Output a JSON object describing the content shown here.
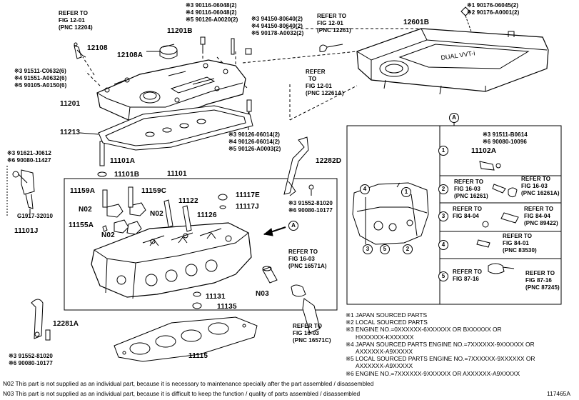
{
  "top_labels": {
    "refer_fig12_left": [
      "REFER TO",
      "FIG 12-01",
      "(PNC 12204)"
    ],
    "p12108": "12108",
    "p12108a": "12108A",
    "p11201b": "11201B",
    "p12601b": "12601B",
    "p11201": "11201",
    "p11213": "11213",
    "refer_fig12_mid": [
      "REFER TO",
      "FIG 12-01",
      "(PNC 12261)"
    ],
    "refer_fig12_right": [
      "REFER",
      "TO",
      "FIG 12-01",
      "(PNC 12261A)"
    ],
    "bolt_group_left": [
      "※3 91511-C0632(6)",
      "※4 91551-A0632(6)",
      "※5 90105-A0150(6)"
    ],
    "washer_group_top": [
      "※3 90116-06048(2)",
      "※4 90116-06048(2)",
      "※5 90126-A0020(2)"
    ],
    "nut_group_top": [
      "※3 94150-80640(2)",
      "※4 94150-80640(2)",
      "※5 90178-A0032(2)"
    ],
    "cover_screws": [
      "※1  90176-06045(2)",
      "※2  90176-A0001(2)"
    ],
    "stud_group": [
      "※3 90126-06014(2)",
      "※4 90126-06014(2)",
      "※5 90126-A0003(2)"
    ]
  },
  "left_labels": {
    "bolt_91621": "※3 91621-J0612",
    "bolt_90080_11427": "※6 90080-11427",
    "p11101a": "11101A",
    "p11101b": "11101B",
    "p11101": "11101",
    "g1917": "G1917-32010",
    "p11101j": "11101J",
    "p12282d": "12282D",
    "bolt_91552_a": "※3 91552-81020",
    "bolt_90080_10177_a": "※6 90080-10177",
    "p12281a": "12281A",
    "bolt_91552_b": "※3 91552-81020",
    "bolt_90080_10177_b": "※6 90080-10177",
    "p11115": "11115"
  },
  "head_box": {
    "p11159a": "11159A",
    "p11159c": "11159C",
    "p11122": "11122",
    "p11117e": "11117E",
    "p11117j": "11117J",
    "n02_a": "N02",
    "n02_b": "N02",
    "n02_c": "N02",
    "p11126": "11126",
    "p11155a": "11155A",
    "p11131": "11131",
    "p11135": "11135",
    "n03": "N03",
    "view_a": "A"
  },
  "mid_refs": {
    "refer_fig16_a": [
      "REFER TO",
      "FIG 16-03",
      "(PNC 16571A)"
    ],
    "refer_fig16_c": [
      "REFER TO",
      "FIG 16-03",
      "(PNC 16571C)"
    ]
  },
  "detail_box": {
    "marker": "A",
    "circle_labels": [
      "4",
      "1",
      "3",
      "5",
      "2"
    ],
    "rows": [
      {
        "num": "1",
        "lines": [
          "※3 91511-B0614",
          "※6 90080-10096"
        ],
        "part": "11102A"
      },
      {
        "num": "2",
        "left": [
          "REFER TO",
          "FIG 16-03",
          "(PNC 16261)"
        ],
        "right": [
          "REFER TO",
          "FIG 16-03",
          "(PNC 16261A)"
        ]
      },
      {
        "num": "3",
        "left": [
          "REFER TO",
          "FIG 84-04"
        ],
        "right": [
          "REFER TO",
          "FIG 84-04",
          "(PNC 89422)"
        ]
      },
      {
        "num": "4",
        "right": [
          "REFER TO",
          "FIG 84-01",
          "(PNC 83530)"
        ]
      },
      {
        "num": "5",
        "left": [
          "REFER TO",
          "FIG 87-16"
        ],
        "right": [
          "REFER TO",
          "FIG 87-16",
          "(PNC 87245)"
        ]
      }
    ]
  },
  "legend": [
    "※1 JAPAN SOURCED PARTS",
    "※2 LOCAL SOURCED PARTS",
    "※3 ENGINE NO.=0XXXXXX-6XXXXXX OR BXXXXXX OR",
    "    HXXXXXX-KXXXXXX",
    "※4 JAPAN SOURCED PARTS ENGINE NO.=7XXXXXX-9XXXXXX OR",
    "    AXXXXXX-A9XXXXX",
    "※5 LOCAL SOURCED PARTS ENGINE NO.=7XXXXXX-9XXXXXX OR",
    "    AXXXXXX-A9XXXXX",
    "※6 ENGINE NO.=7XXXXXX-9XXXXXX OR AXXXXXX-A9XXXXX"
  ],
  "footer": {
    "n02_note": "N02  This part is not supplied as an individual part, because it is necessary to maintenance specially after the part assembled / disassembled",
    "n03_note": "N03  This part is not supplied as an individual part, because it is difficult to keep the function / quality of parts  assembled / disassembled",
    "figure_id": "117465A"
  }
}
